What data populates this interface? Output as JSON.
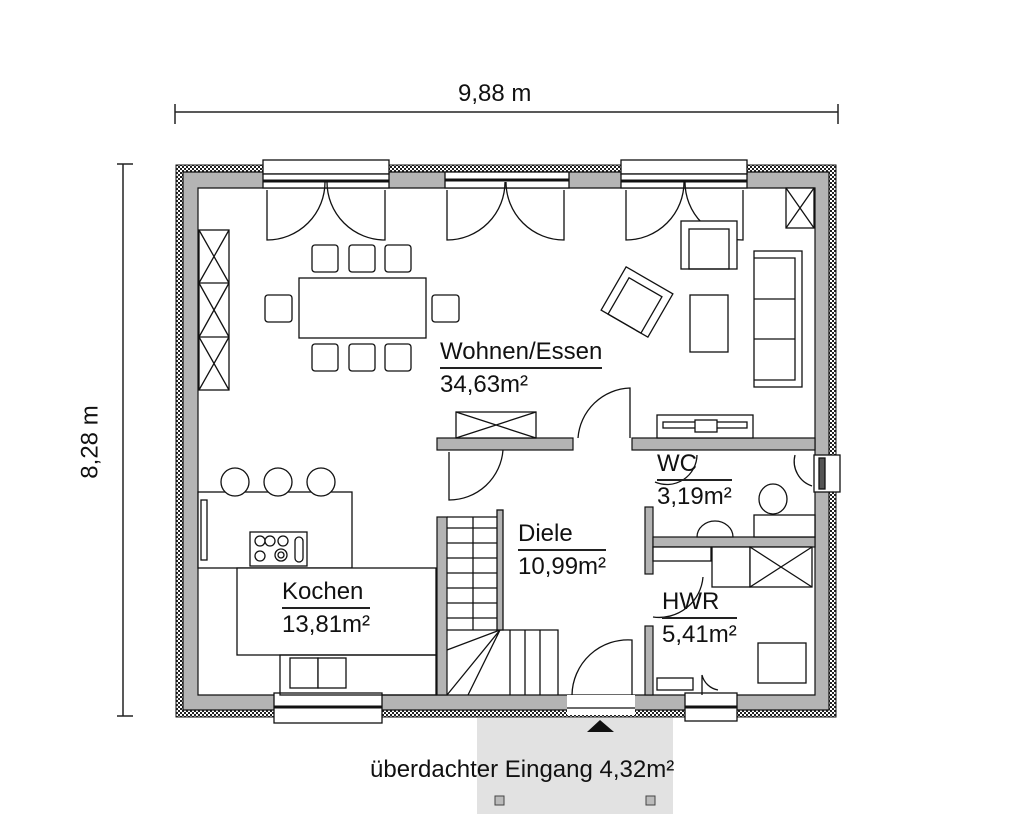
{
  "dimensions": {
    "width_label": "9,88 m",
    "height_label": "8,28 m"
  },
  "rooms": [
    {
      "name": "Wohnen/Essen",
      "area": "34,63m²"
    },
    {
      "name": "Kochen",
      "area": "13,81m²"
    },
    {
      "name": "Diele",
      "area": "10,99m²"
    },
    {
      "name": "WC",
      "area": "3,19m²"
    },
    {
      "name": "HWR",
      "area": "5,41m²"
    }
  ],
  "entrance": {
    "label": "überdachter Eingang 4,32m²"
  },
  "colors": {
    "wall_fill": "#b4b4b4",
    "outline": "#111111",
    "entrance_canopy": "#e2e2e2"
  }
}
